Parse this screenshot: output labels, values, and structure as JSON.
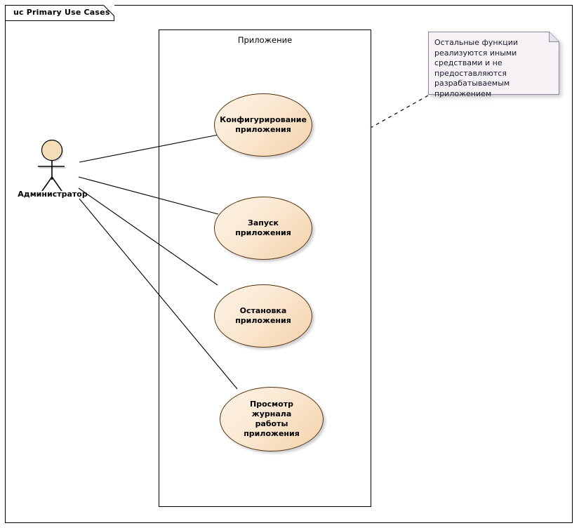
{
  "diagram": {
    "frame_tab_label": "uc Primary Use Cases",
    "boundary_label": "Приложение",
    "actor": {
      "name": "Администратор",
      "icon": "actor-stick-figure-icon"
    },
    "use_cases": [
      {
        "id": "uc-configure",
        "label": "Конфигурирование\nприложения"
      },
      {
        "id": "uc-start",
        "label": "Запуск приложения"
      },
      {
        "id": "uc-stop",
        "label": "Остановка\nприложения"
      },
      {
        "id": "uc-viewlog",
        "label": "Просмотр журнала\nработы приложения"
      }
    ],
    "note": {
      "text": "Остальные функции реализуются иными средствами и не предоставляются разрабатываемым приложением"
    },
    "colors": {
      "usecase_fill_light": "#FDF3E6",
      "usecase_fill_dark": "#F3D2AA",
      "usecase_border": "#55320F",
      "actor_head_fill": "#F5DDB8",
      "note_fill": "#F7F2F5",
      "note_border": "#8A8A99",
      "line": "#000000",
      "background": "#FFFFFF"
    }
  }
}
